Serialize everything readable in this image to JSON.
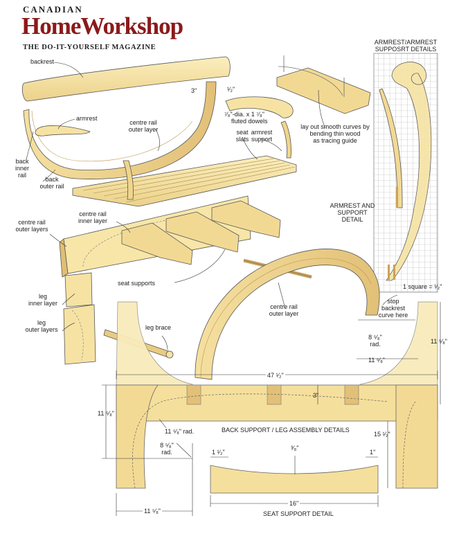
{
  "header": {
    "brand_top": "CANADIAN",
    "brand_main": "HomeWorkshop",
    "tagline": "THE DO-IT-YOURSELF MAGAZINE"
  },
  "parts": {
    "backrest": "backrest",
    "armrest": "armrest",
    "back_inner_rail_1": "back",
    "back_inner_rail_2": "inner",
    "back_inner_rail_3": "rail",
    "back_outer_rail_1": "back",
    "back_outer_rail_2": "outer rail",
    "centre_rail_outer_layer_top_1": "centre rail",
    "centre_rail_outer_layer_top_2": "outer layer",
    "dowels_1": "⁷⁄₈\"-dia. x 1  ⁷⁄₈\"",
    "dowels_2": "fluted dowels",
    "seat_slats_1": "seat",
    "seat_slats_2": "slats",
    "armrest_support_1": "armrest",
    "armrest_support_2": "support",
    "tracing_guide_1": "lay out smooth curves by",
    "tracing_guide_2": "bending thin wood",
    "tracing_guide_3": "as tracing guide",
    "armrest_details_1": "ARMREST/ARMREST",
    "armrest_details_2": "SUPPOSRT DETAILS",
    "armrest_support_detail_1": "ARMREST AND",
    "armrest_support_detail_2": "SUPPORT",
    "armrest_support_detail_3": "DETAIL",
    "square": "1 square = ¹⁄₂\"",
    "centre_rail_outer_layers_1": "centre rail",
    "centre_rail_outer_layers_2": "outer layers",
    "centre_rail_inner_layer_1": "centre rail",
    "centre_rail_inner_layer_2": "inner layer",
    "leg_inner_layer_1": "leg",
    "leg_inner_layer_2": "inner layer",
    "leg_outer_layers_1": "leg",
    "leg_outer_layers_2": "outer layers",
    "seat_supports": "seat supports",
    "leg_brace": "leg brace",
    "centre_rail_outer_layer_1": "centre rail",
    "centre_rail_outer_layer_2": "outer layer",
    "stop_backrest_1": "stop",
    "stop_backrest_2": "backrest",
    "stop_backrest_3": "curve here"
  },
  "dimensions": {
    "d_3in": "3\"",
    "d_half": "¹⁄₂\"",
    "d_8_5_8_rad_1": "8 ⁵⁄₈\"",
    "d_8_5_8_rad_2": "rad.",
    "d_11_5_8_right": "11 ⁵⁄₈\"",
    "d_11_5_8_horiz": "11 ⁵⁄₈\"",
    "d_47": "47 ¹⁄₂\"",
    "d_3in_b": "3\"",
    "d_11_5_8_left": "11 ⁵⁄₈\"",
    "d_11_5_8_rad": "11 ⁵⁄₈\" rad.",
    "d_8_5_8_b_1": "8 ⁵⁄₈\"",
    "d_8_5_8_b_2": "rad.",
    "d_15": "15 ¹⁄₂\"",
    "d_11_5_8_bottom": "11 ⁵⁄₈\"",
    "d_1_1_2": "1 ¹⁄₂\"",
    "d_3_8": "³⁄₈\"",
    "d_1in": "1\"",
    "d_16": "16\""
  },
  "captions": {
    "back_support": "BACK SUPPORT / LEG ASSEMBLY DETAILS",
    "seat_support": "SEAT SUPPORT DETAIL"
  },
  "colors": {
    "wood_light": "#f8e7a8",
    "wood_mid": "#f0d58a",
    "wood_dark": "#d9b463",
    "outline": "#444444",
    "grid": "#9a9a9a",
    "brand": "#8b1a1a"
  }
}
